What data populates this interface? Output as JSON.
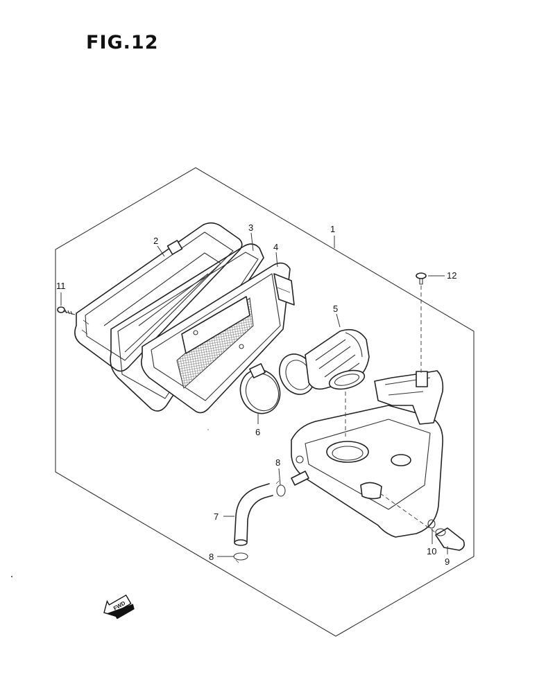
{
  "figure": {
    "title": "FIG.12"
  },
  "callouts": [
    {
      "id": "c1",
      "label": "1"
    },
    {
      "id": "c2",
      "label": "2"
    },
    {
      "id": "c3",
      "label": "3"
    },
    {
      "id": "c4",
      "label": "4"
    },
    {
      "id": "c5",
      "label": "5"
    },
    {
      "id": "c6",
      "label": "6"
    },
    {
      "id": "c7",
      "label": "7"
    },
    {
      "id": "c8a",
      "label": "8"
    },
    {
      "id": "c8b",
      "label": "8"
    },
    {
      "id": "c9",
      "label": "9"
    },
    {
      "id": "c10",
      "label": "10"
    },
    {
      "id": "c11",
      "label": "11"
    },
    {
      "id": "c12",
      "label": "12"
    }
  ],
  "direction_marker": {
    "label": "FWD",
    "icon": "forward-arrow-icon"
  }
}
